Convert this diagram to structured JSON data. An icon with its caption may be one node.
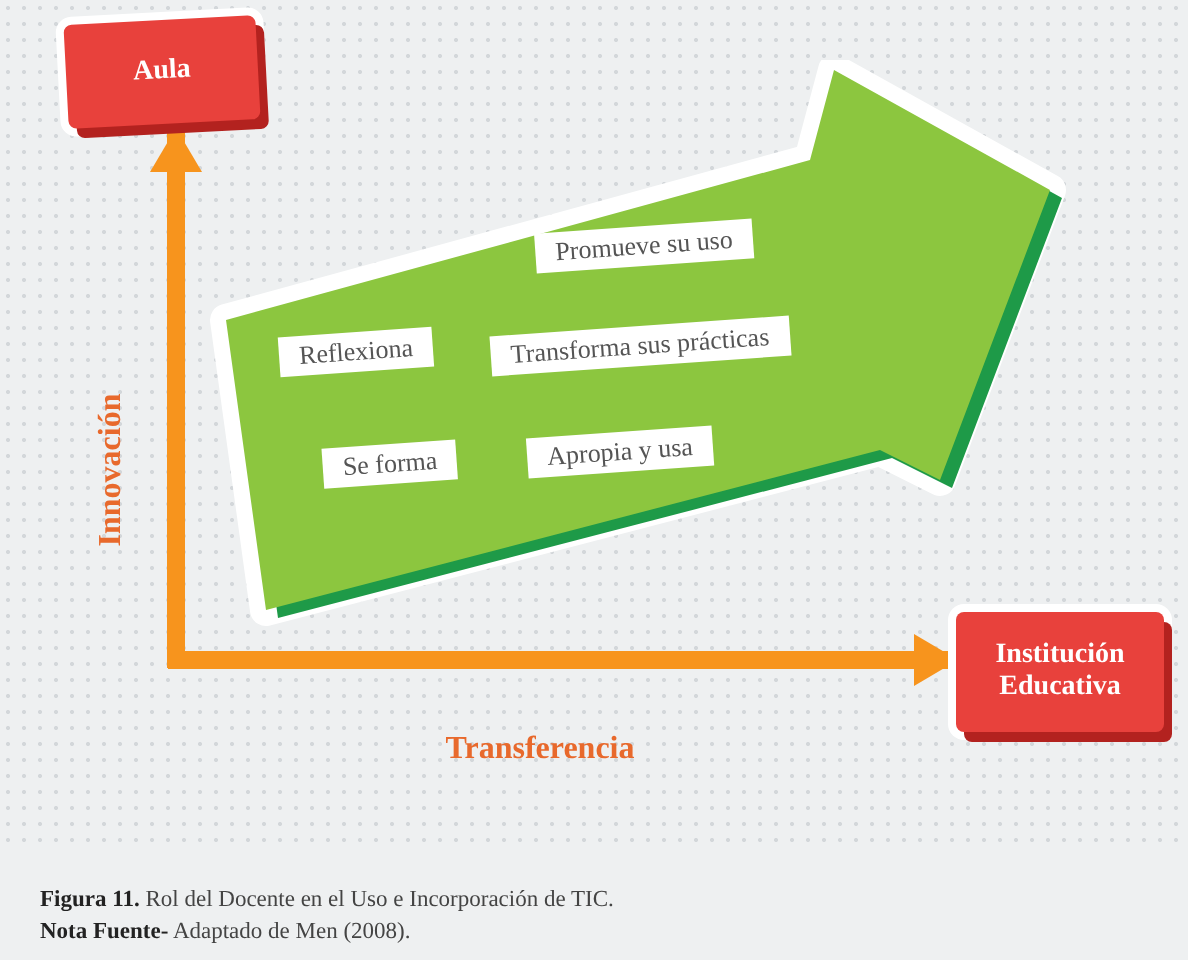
{
  "diagram": {
    "caption": "**Figura 11.** Rol del Docente en el Uso e Incorporación de TIC.",
    "nodes": [
      {
        "text": [
          "Aula"
        ]
      },
      {
        "text": [
          "Institución Educativa"
        ]
      },
      {
        "text": [],
        "shape": "arrow"
      },
      {
        "text": [
          "Promueve su uso"
        ],
        "in": 2
      },
      {
        "text": [
          "Reflexiona"
        ],
        "in": 2
      },
      {
        "text": [
          "Transforma sus prácticas"
        ],
        "in": 2
      },
      {
        "text": [
          "Apropia y usa"
        ],
        "in": 2
      },
      {
        "text": [
          "Se forma"
        ],
        "in": 2
      }
    ],
    "edges": [
      {
        "from": null,
        "to": 0,
        "arrow": "to",
        "label": "Innovación"
      },
      {
        "from": null,
        "to": 1,
        "arrow": "to",
        "label": "Transferencia"
      }
    ],
    "labels": [
      "**Nota Fuente-** Adaptado de Men (2008)."
    ]
  }
}
